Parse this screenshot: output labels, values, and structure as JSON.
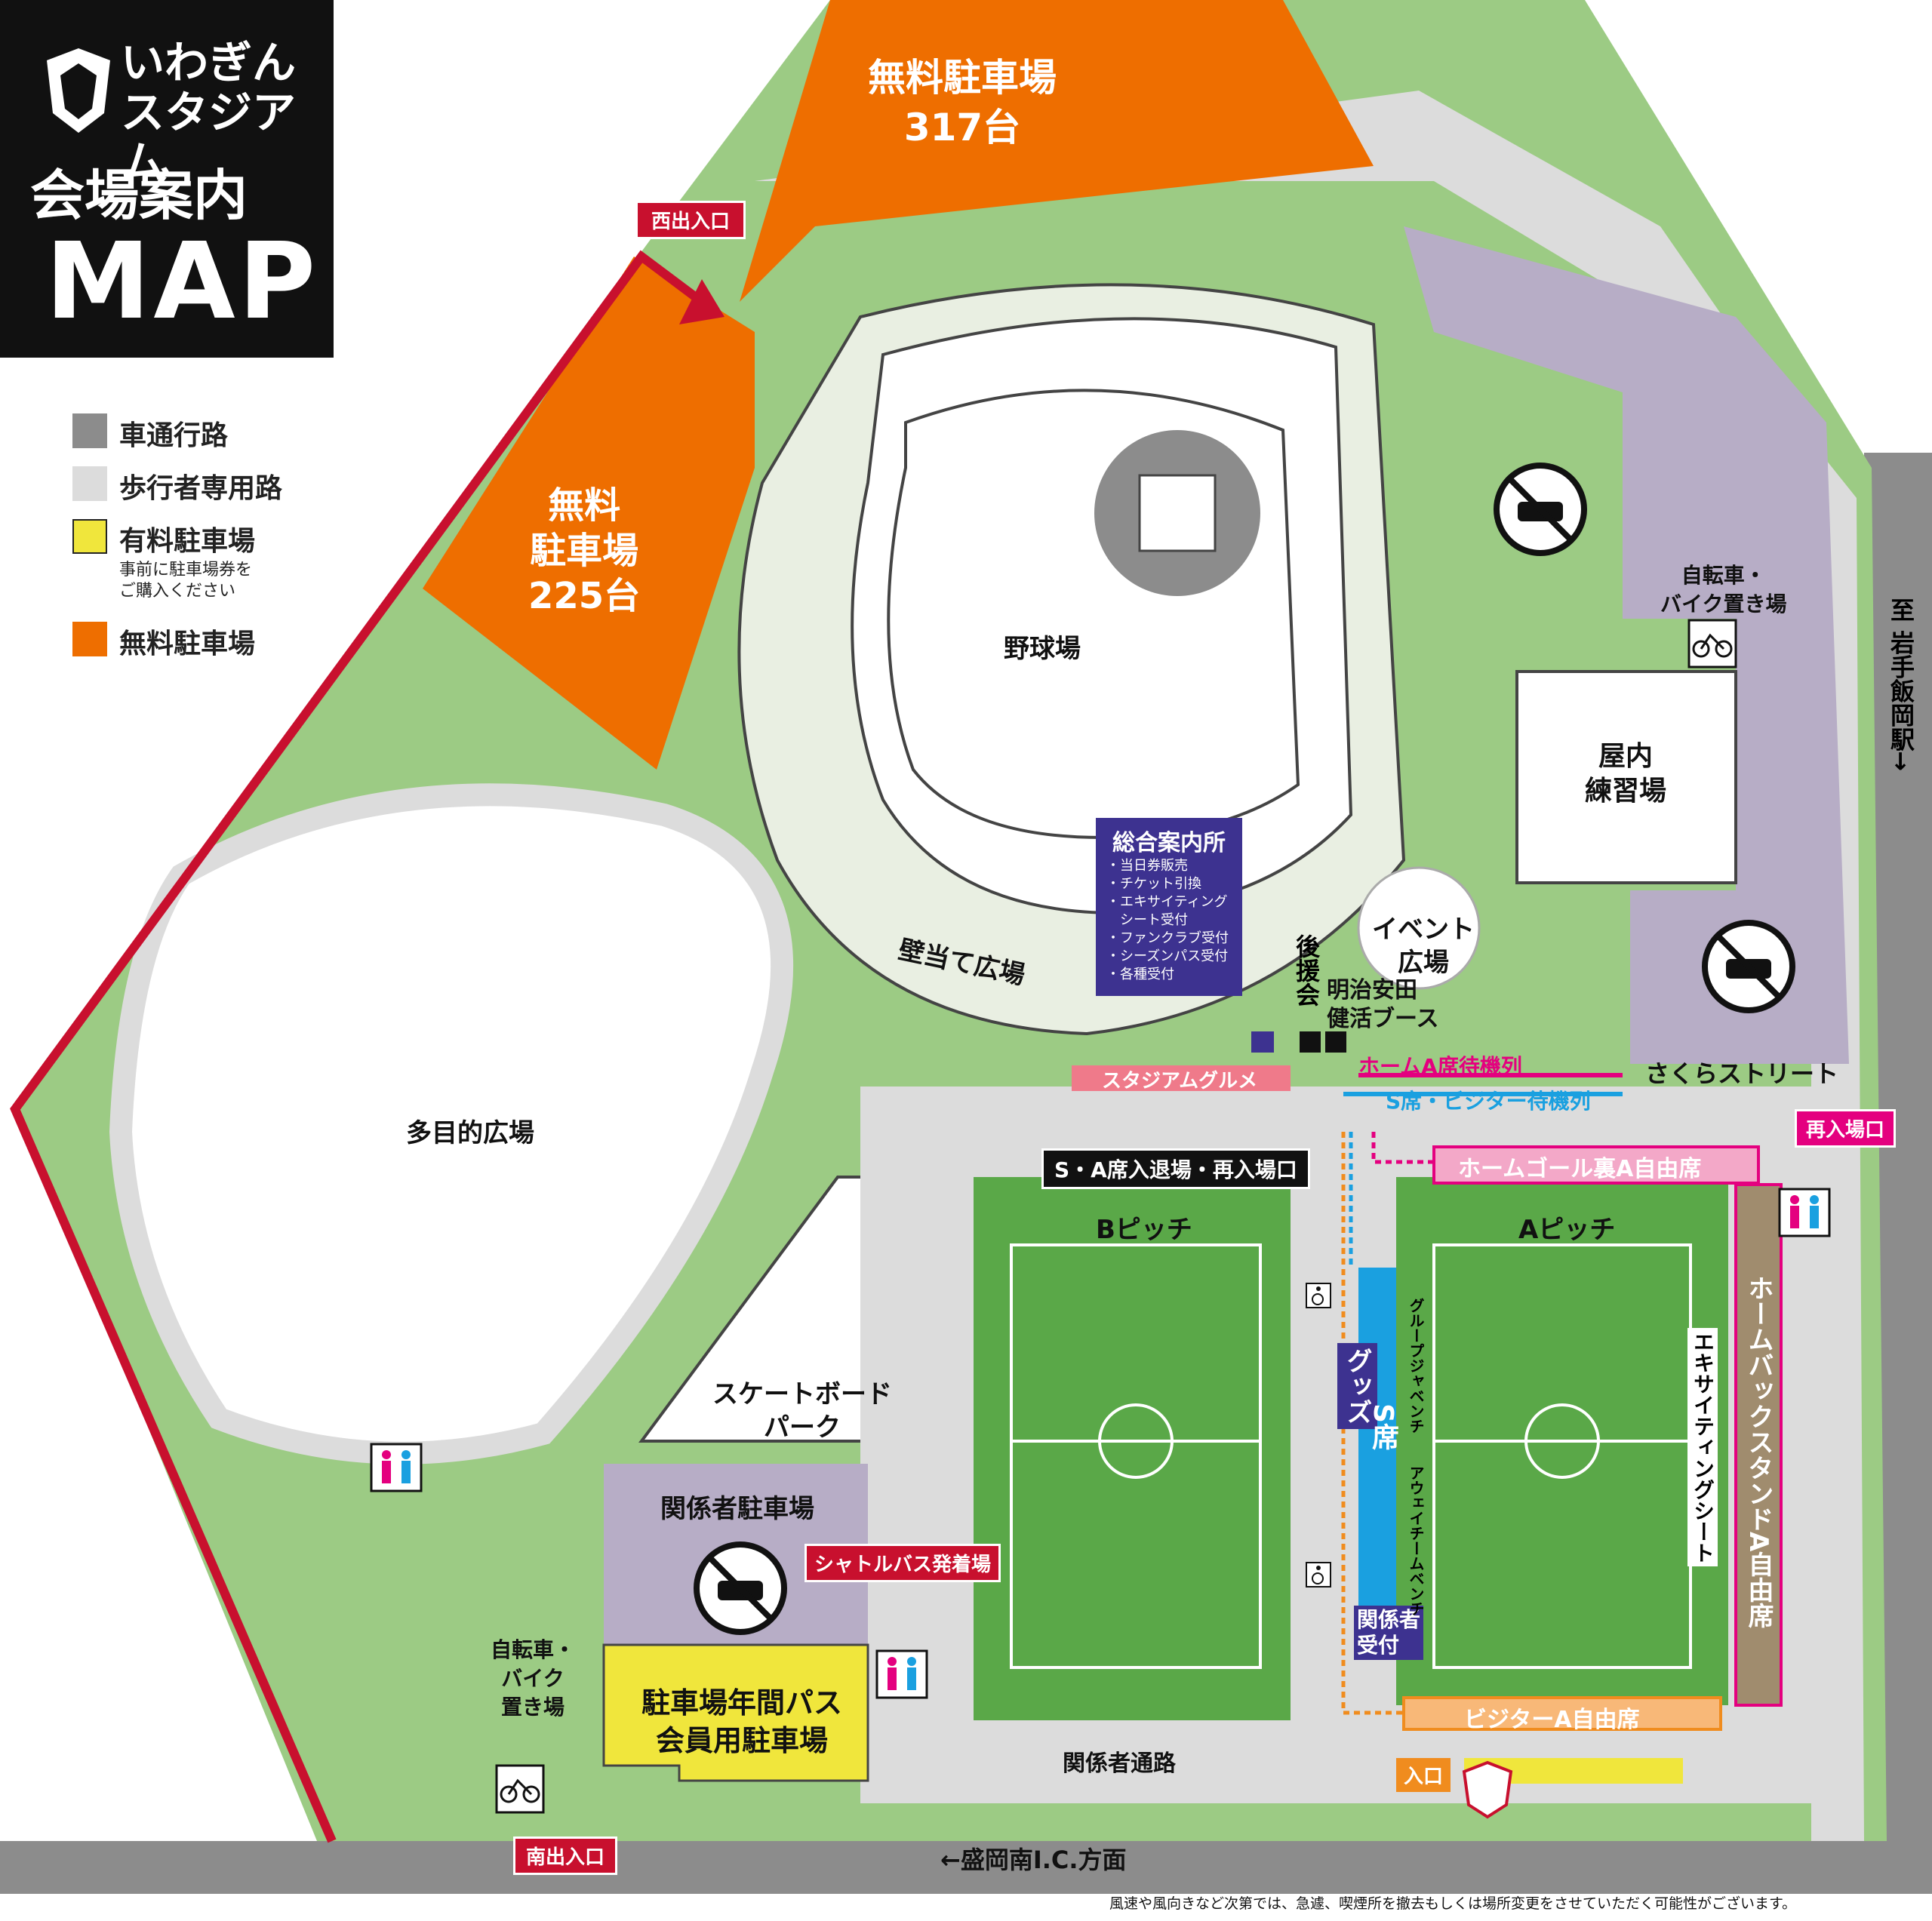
{
  "title": {
    "brand_line1": "いわぎん",
    "brand_line2": "スタジアム",
    "subtitle": "会場案内",
    "main": "MAP"
  },
  "legend": [
    {
      "label": "車通行路",
      "color": "#8c8c8c"
    },
    {
      "label": "歩行者専用路",
      "color": "#dcdcdc"
    },
    {
      "label": "有料駐車場",
      "color": "#f0e63c",
      "note_line1": "事前に駐車場券を",
      "note_line2": "ご購入ください"
    },
    {
      "label": "無料駐車場",
      "color": "#ee6e00"
    }
  ],
  "parking": {
    "north_line1": "無料駐車場",
    "north_line2": "317台",
    "west_line1": "無料",
    "west_line2": "駐車場",
    "west_line3": "225台",
    "staff": "関係者駐車場",
    "annual_line1": "駐車場年間パス",
    "annual_line2": "会員用駐車場"
  },
  "gates": {
    "west": "西出入口",
    "south": "南出入口",
    "reentry": "再入場口",
    "entrance": "入口",
    "sa_gate": "S・A席入退場・再入場口"
  },
  "areas": {
    "baseball": "野球場",
    "indoor_line1": "屋内",
    "indoor_line2": "練習場",
    "event_line1": "イベント",
    "event_line2": "広場",
    "wall_plaza": "壁当て広場",
    "multi_plaza": "多目的広場",
    "skate_line1": "スケートボード",
    "skate_line2": "パーク",
    "b_pitch": "Bピッチ",
    "a_pitch": "Aピッチ",
    "staff_road": "関係者通路",
    "sakura": "さくらストリート",
    "bike_ne_line1": "自転車・",
    "bike_ne_line2": "バイク置き場",
    "bike_sw_line1": "自転車・",
    "bike_sw_line2": "バイク",
    "bike_sw_line3": "置き場"
  },
  "info_center": {
    "title": "総合案内所",
    "items": [
      "・当日券販売",
      "・チケット引換",
      "・エキサイティング",
      "　シート受付",
      "・ファンクラブ受付",
      "・シーズンパス受付",
      "・各種受付"
    ]
  },
  "booths": {
    "supporters": "後援会",
    "meiji_line1": "明治安田",
    "meiji_line2": "健活ブース",
    "gourmet": "スタジアムグルメ",
    "goods": "グッズ",
    "staff_rec_line1": "関係者",
    "staff_rec_line2": "受付",
    "shuttle": "シャトルバス発着場"
  },
  "queues": {
    "home_a": "ホームA席待機列",
    "s_visitor": "S席・ビジター待機列"
  },
  "seats": {
    "home_goal": "ホームゴール裏A自由席",
    "home_back": "ホームバックスタンドA自由席",
    "visitor": "ビジターA自由席",
    "s_seat": "S席",
    "exciting": "エキサイティングシート",
    "group_bench": "グループジャベンチ",
    "away_bench": "アウェイチームベンチ"
  },
  "directions": {
    "east": "至 岩手飯岡駅→",
    "south": "←盛岡南I.C.方面"
  },
  "footnote": "風速や風向きなど次第では、急遽、喫煙所を撤去もしくは場所変更をさせていただく可能性がございます。",
  "colors": {
    "road": "#8c8c8c",
    "walkway": "#dcdcdc",
    "grass": "#9ccb84",
    "pitch": "#5aa848",
    "free_parking": "#ee6e00",
    "paid_parking": "#f0e63c",
    "restricted": "#b7adc6",
    "red_route": "#c8102e",
    "pink": "#e4007f",
    "cyan": "#1aa0e0",
    "navy": "#3d3290",
    "orange_line": "#f08c1e"
  },
  "icon_names": [
    "no-car-icon",
    "bicycle-icon",
    "restroom-icon",
    "wheelchair-icon",
    "mascot-logo-icon"
  ]
}
